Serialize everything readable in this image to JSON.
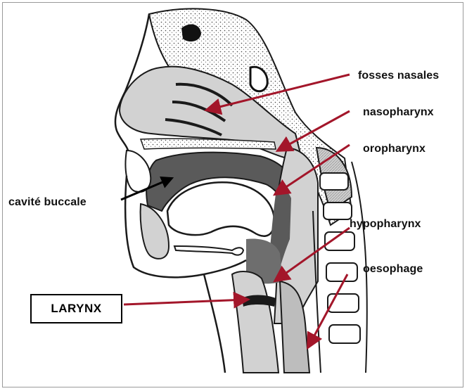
{
  "labels": {
    "fosses_nasales": "fosses nasales",
    "nasopharynx": "nasopharynx",
    "oropharynx": "oropharynx",
    "cavite_buccale": "cavité buccale",
    "hypopharynx": "hypopharynx",
    "oesophage": "oesophage",
    "larynx": "LARYNX"
  },
  "colors": {
    "arrow_pointer": "#a3162a",
    "arrow_black": "#000000",
    "shade_light": "#d2d2d2",
    "shade_dark": "#5a5a5a",
    "outline": "#1a1a1a"
  }
}
